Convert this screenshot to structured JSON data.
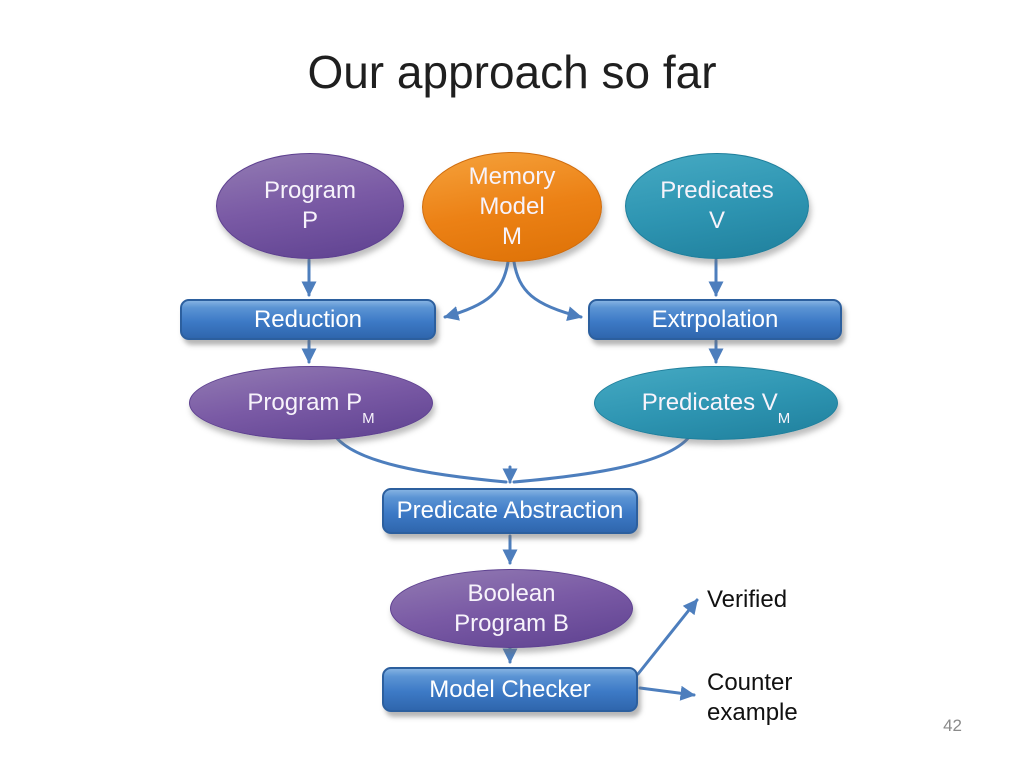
{
  "slide": {
    "title": "Our approach so far",
    "page_number": "42"
  },
  "colors": {
    "purple": "#7A5AA5",
    "orange": "#EC8115",
    "teal": "#2E95B2",
    "box-blue": "#3D7AC6",
    "arrow": "#4D7EBD",
    "title-text": "#1F1F1F",
    "page-number": "#8A8A8A"
  },
  "nodes": {
    "program_p": {
      "line1": "Program",
      "line2": "P"
    },
    "memory_model_m": {
      "line1": "Memory",
      "line2": "Model",
      "line3": "M"
    },
    "predicates_v": {
      "line1": "Predicates",
      "line2": "V"
    },
    "reduction": {
      "label": "Reduction"
    },
    "extrpolation": {
      "label": "Extrpolation"
    },
    "program_pm": {
      "label": "Program P",
      "sub": "M"
    },
    "predicates_vm": {
      "label": "Predicates V",
      "sub": "M"
    },
    "predicate_abstraction": {
      "label": "Predicate Abstraction"
    },
    "boolean_program_b": {
      "line1": "Boolean",
      "line2": "Program B"
    },
    "model_checker": {
      "label": "Model Checker"
    }
  },
  "annotations": {
    "verified": {
      "label": "Verified"
    },
    "counter_example": {
      "line1": "Counter",
      "line2": "example"
    }
  }
}
